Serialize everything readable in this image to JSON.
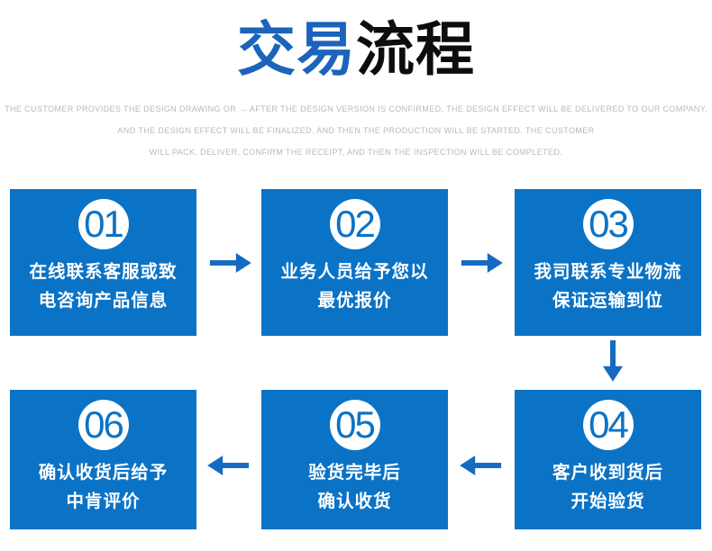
{
  "title": {
    "blue_part": "交易",
    "dark_part": "流程"
  },
  "subtitle": {
    "line1": "THE CUSTOMER PROVIDES THE DESIGN DRAWING OR → AFTER THE DESIGN VERSION IS CONFIRMED, THE DESIGN EFFECT WILL BE DELIVERED TO OUR COMPANY,",
    "line2": "AND THE DESIGN EFFECT WILL BE FINALIZED, AND THEN THE PRODUCTION WILL BE STARTED. THE CUSTOMER",
    "line3": "WILL PACK, DELIVER, CONFIRM THE RECEIPT, AND THEN THE INSPECTION WILL BE COMPLETED."
  },
  "steps": [
    {
      "number": "01",
      "line1": "在线联系客服或致",
      "line2": "电咨询产品信息"
    },
    {
      "number": "02",
      "line1": "业务人员给予您以",
      "line2": "最优报价"
    },
    {
      "number": "03",
      "line1": "我司联系专业物流",
      "line2": "保证运输到位"
    },
    {
      "number": "04",
      "line1": "客户收到货后",
      "line2": "开始验货"
    },
    {
      "number": "05",
      "line1": "验货完毕后",
      "line2": "确认收货"
    },
    {
      "number": "06",
      "line1": "确认收货后给予",
      "line2": "中肯评价"
    }
  ],
  "arrows": [
    {
      "direction": "right",
      "glyph": "→"
    },
    {
      "direction": "right",
      "glyph": "→"
    },
    {
      "direction": "down",
      "glyph": "↓"
    },
    {
      "direction": "left",
      "glyph": "←"
    },
    {
      "direction": "left",
      "glyph": "←"
    }
  ],
  "colors": {
    "box_blue": "#0b73c6",
    "title_blue": "#1b63bb",
    "title_dark": "#0d0d0d",
    "arrow_blue": "#156bc1",
    "subtitle_gray": "#b9b9b9",
    "step_text_white": "#ffffff"
  }
}
